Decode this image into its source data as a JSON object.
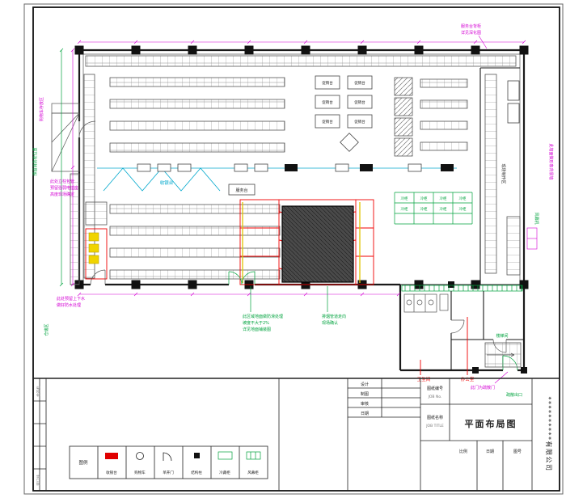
{
  "colors": {
    "magenta": "#d400d4",
    "green": "#00a33e",
    "cyan": "#00a8cc",
    "red": "#f00000",
    "yellow": "#e0c400",
    "wall": "#1a1a1a"
  },
  "plan": {
    "freezer_label": "冷柜",
    "promo_label": "促销台"
  },
  "annotations": {
    "cart_note": "购物车存放区",
    "fire_note": "预留消防栓位置",
    "left_note_lines": [
      "此处立柱包管",
      "预留强弱电插座",
      "高度现场确定"
    ],
    "water_note_lines": [
      "此处预留上下水",
      "做好防水处理"
    ],
    "storage_note": "仓储区",
    "service_back_lines": [
      "服务台背柜",
      "详见深化图"
    ],
    "image_wall_note": "此墙面做形象背景墙",
    "air_curtain_note": "风幕机",
    "workshop_note": "现场制作区",
    "floor_note_lines": [
      "此区域地面做防滑处理",
      "坡度不大于2%",
      "详见地面铺装图"
    ],
    "smoke_note_lines": [
      "排烟管道走向",
      "现场确认"
    ],
    "cashier_note": "收银台",
    "service_desk": "服务台",
    "wc_note": "卫生间",
    "office_note": "办公室",
    "evac_note": "此门为疏散门",
    "exit_note": "疏散出口",
    "stair_note": "楼梯间"
  },
  "titleblock": {
    "company": "**********有限公司",
    "job_no_label": "图纸编号",
    "job_no_en": "JOB No.",
    "job_title_label": "图纸名称",
    "job_title_en": "JOB TITLE",
    "sheet_title": "平面布局图",
    "scale_label": "比例",
    "date_label": "日期",
    "dwg_no_label": "图号",
    "signoff_rows": [
      "设计",
      "制图",
      "审核",
      "日期"
    ],
    "left_strip_top": "会签栏",
    "left_strip_bottom": "装订线",
    "legend_title": "图例",
    "legend": [
      {
        "label": "收银台"
      },
      {
        "label": "购物车"
      },
      {
        "label": "单开门"
      },
      {
        "label": "结构柱"
      },
      {
        "label": "冷藏柜"
      },
      {
        "label": "风幕柜"
      }
    ]
  }
}
